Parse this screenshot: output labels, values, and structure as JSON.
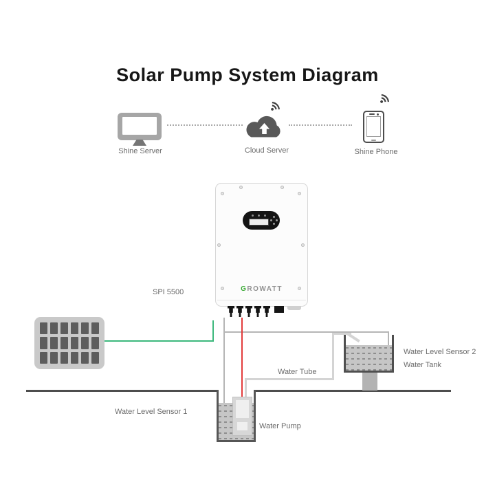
{
  "title": "Solar Pump System Diagram",
  "top_row": {
    "shine_server_label": "Shine Server",
    "cloud_server_label": "Cloud Server",
    "shine_phone_label": "Shine Phone"
  },
  "inverter": {
    "brand_g": "G",
    "brand_rest": "ROWATT",
    "model_label": "SPI 5500"
  },
  "labels": {
    "water_level_sensor_1": "Water Level Sensor 1",
    "water_level_sensor_2": "Water Level Sensor 2",
    "water_tank": "Water Tank",
    "water_tube": "Water Tube",
    "water_pump": "Water Pump"
  },
  "colors": {
    "pv_wire": "#3cb87c",
    "power_wire": "#e23b3b",
    "sensor_wire": "#b5b5b5",
    "brand_green": "#3aaa35",
    "icon_gray": "#595959",
    "ground": "#4d4d4d"
  }
}
